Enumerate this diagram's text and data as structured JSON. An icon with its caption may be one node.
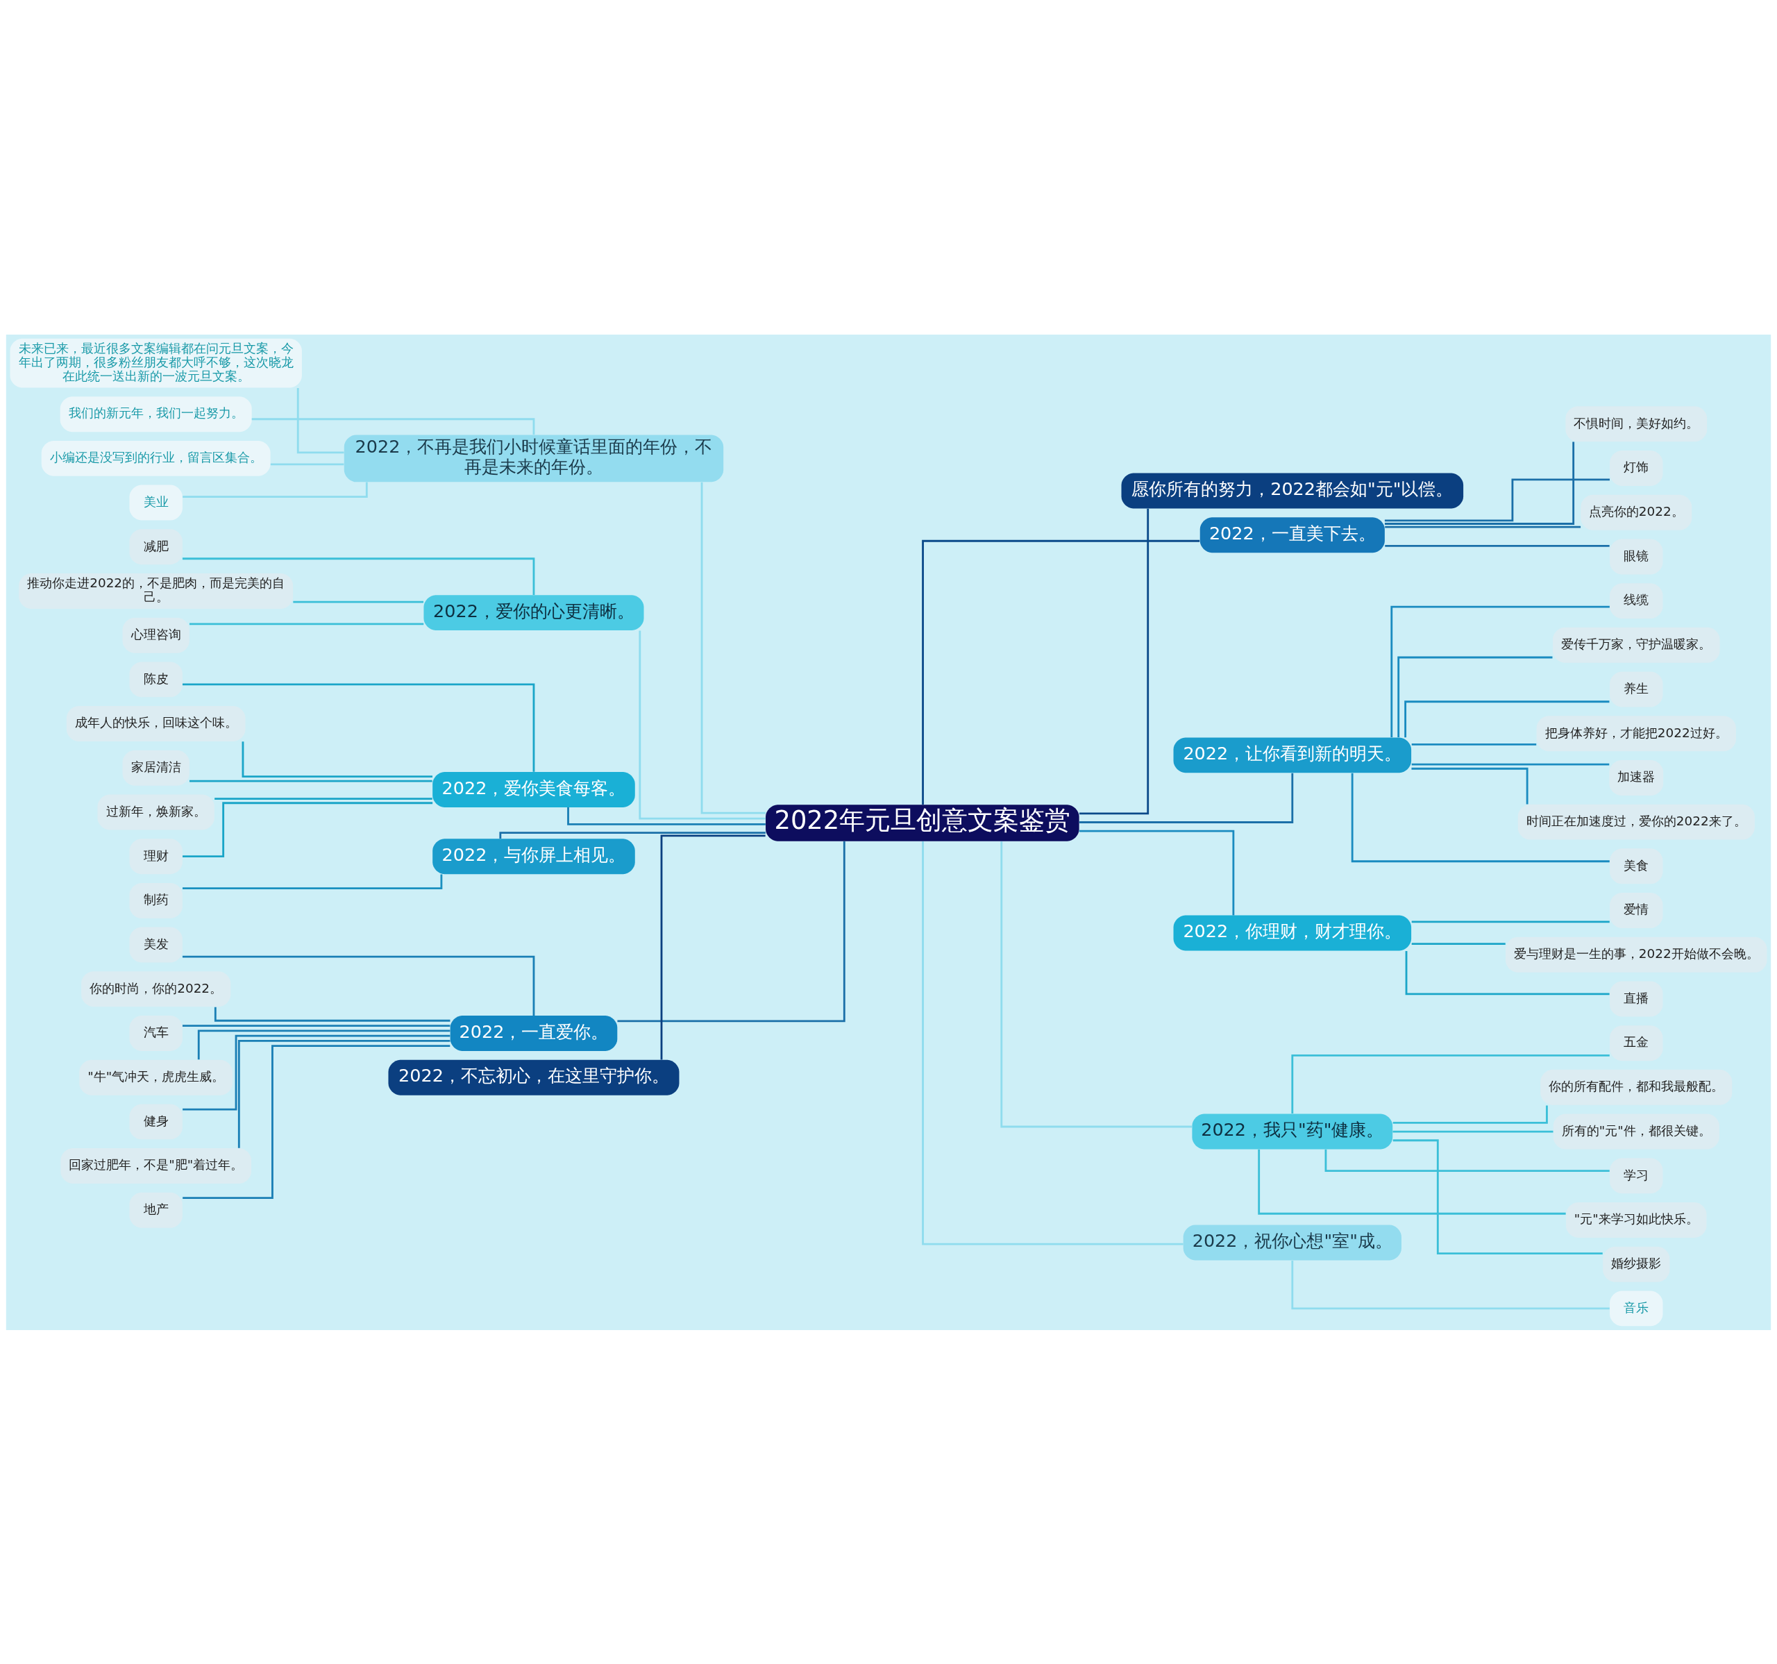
{
  "diagram": {
    "nodes": [
      {
        "text": [
          "2022年元旦创意文案鉴赏"
        ]
      },
      {
        "text": [
          "2022，不再是我们小时候童话里面的年份，不再是未来的年份。"
        ]
      },
      {
        "text": [
          "未来已来，最近很多文案编辑都在问元旦文案，今年出了两期，很多粉丝朋友都大呼不够，这次晓龙在此统一送出新的一波元旦文案。"
        ]
      },
      {
        "text": [
          "我们的新元年，我们一起努力。"
        ]
      },
      {
        "text": [
          "小编还是没写到的行业，留言区集合。"
        ]
      },
      {
        "text": [
          "美业"
        ]
      },
      {
        "text": [
          "2022，爱你的心更清晰。"
        ]
      },
      {
        "text": [
          "减肥"
        ]
      },
      {
        "text": [
          "推动你走进2022的，不是肥肉，而是完美的自己。"
        ]
      },
      {
        "text": [
          "心理咨询"
        ]
      },
      {
        "text": [
          "2022，爱你美食每客。"
        ]
      },
      {
        "text": [
          "陈皮"
        ]
      },
      {
        "text": [
          "成年人的快乐，回味这个味。"
        ]
      },
      {
        "text": [
          "家居清洁"
        ]
      },
      {
        "text": [
          "过新年，焕新家。"
        ]
      },
      {
        "text": [
          "理财"
        ]
      },
      {
        "text": [
          "2022，与你屏上相见。"
        ]
      },
      {
        "text": [
          "制药"
        ]
      },
      {
        "text": [
          "2022，一直爱你。"
        ]
      },
      {
        "text": [
          "美发"
        ]
      },
      {
        "text": [
          "你的时尚，你的2022。"
        ]
      },
      {
        "text": [
          "汽车"
        ]
      },
      {
        "text": [
          "\"牛\"气冲天，虎虎生威。"
        ]
      },
      {
        "text": [
          "健身"
        ]
      },
      {
        "text": [
          "回家过肥年，不是\"肥\"着过年。"
        ]
      },
      {
        "text": [
          "地产"
        ]
      },
      {
        "text": [
          "2022，不忘初心，在这里守护你。"
        ]
      },
      {
        "text": [
          "愿你所有的努力，2022都会如\"元\"以偿。"
        ]
      },
      {
        "text": [
          "2022，一直美下去。"
        ]
      },
      {
        "text": [
          "不惧时间，美好如约。"
        ]
      },
      {
        "text": [
          "灯饰"
        ]
      },
      {
        "text": [
          "点亮你的2022。"
        ]
      },
      {
        "text": [
          "眼镜"
        ]
      },
      {
        "text": [
          "2022，让你看到新的明天。"
        ]
      },
      {
        "text": [
          "线缆"
        ]
      },
      {
        "text": [
          "爱传千万家，守护温暖家。"
        ]
      },
      {
        "text": [
          "养生"
        ]
      },
      {
        "text": [
          "把身体养好，才能把2022过好。"
        ]
      },
      {
        "text": [
          "加速器"
        ]
      },
      {
        "text": [
          "时间正在加速度过，爱你的2022来了。"
        ]
      },
      {
        "text": [
          "美食"
        ]
      },
      {
        "text": [
          "2022，你理财，财才理你。"
        ]
      },
      {
        "text": [
          "爱情"
        ]
      },
      {
        "text": [
          "爱与理财是一生的事，2022开始做不会晚。"
        ]
      },
      {
        "text": [
          "直播"
        ]
      },
      {
        "text": [
          "2022，我只\"药\"健康。"
        ]
      },
      {
        "text": [
          "五金"
        ]
      },
      {
        "text": [
          "你的所有配件，都和我最般配。"
        ]
      },
      {
        "text": [
          "所有的\"元\"件，都很关键。"
        ]
      },
      {
        "text": [
          "学习"
        ]
      },
      {
        "text": [
          "\"元\"来学习如此快乐。"
        ]
      },
      {
        "text": [
          "婚纱摄影"
        ]
      },
      {
        "text": [
          "2022，祝你心想\"室\"成。"
        ]
      },
      {
        "text": [
          "音乐"
        ]
      }
    ],
    "edges": [
      {
        "from": 0,
        "to": 1,
        "arrow": "none",
        "color": "#8fdcee"
      },
      {
        "from": 1,
        "to": 2,
        "arrow": "none",
        "color": "#8fdcee"
      },
      {
        "from": 1,
        "to": 3,
        "arrow": "none",
        "color": "#8fdcee"
      },
      {
        "from": 1,
        "to": 4,
        "arrow": "none",
        "color": "#8fdcee"
      },
      {
        "from": 1,
        "to": 5,
        "arrow": "none",
        "color": "#8fdcee"
      },
      {
        "from": 0,
        "to": 6,
        "arrow": "none",
        "color": "#8fdcee"
      },
      {
        "from": 6,
        "to": 7,
        "arrow": "none",
        "color": "#3bbfd8"
      },
      {
        "from": 6,
        "to": 8,
        "arrow": "none",
        "color": "#3bbfd8"
      },
      {
        "from": 6,
        "to": 9,
        "arrow": "none",
        "color": "#3bbfd8"
      },
      {
        "from": 0,
        "to": 10,
        "arrow": "none",
        "color": "#1a7fb5"
      },
      {
        "from": 10,
        "to": 11,
        "arrow": "none",
        "color": "#1aa5c8"
      },
      {
        "from": 10,
        "to": 12,
        "arrow": "none",
        "color": "#1aa5c8"
      },
      {
        "from": 10,
        "to": 13,
        "arrow": "none",
        "color": "#1aa5c8"
      },
      {
        "from": 10,
        "to": 14,
        "arrow": "none",
        "color": "#1aa5c8"
      },
      {
        "from": 10,
        "to": 15,
        "arrow": "none",
        "color": "#1aa5c8"
      },
      {
        "from": 0,
        "to": 16,
        "arrow": "none",
        "color": "#1a6fa8"
      },
      {
        "from": 16,
        "to": 17,
        "arrow": "none",
        "color": "#1a90c0"
      },
      {
        "from": 0,
        "to": 18,
        "arrow": "none",
        "color": "#1a6fa8"
      },
      {
        "from": 18,
        "to": 19,
        "arrow": "none",
        "color": "#1a7fb5"
      },
      {
        "from": 18,
        "to": 20,
        "arrow": "none",
        "color": "#1a7fb5"
      },
      {
        "from": 18,
        "to": 21,
        "arrow": "none",
        "color": "#1a7fb5"
      },
      {
        "from": 18,
        "to": 22,
        "arrow": "none",
        "color": "#1a7fb5"
      },
      {
        "from": 18,
        "to": 23,
        "arrow": "none",
        "color": "#1a7fb5"
      },
      {
        "from": 18,
        "to": 24,
        "arrow": "none",
        "color": "#1a7fb5"
      },
      {
        "from": 18,
        "to": 25,
        "arrow": "none",
        "color": "#1a7fb5"
      },
      {
        "from": 0,
        "to": 26,
        "arrow": "none",
        "color": "#0b3f80"
      },
      {
        "from": 0,
        "to": 27,
        "arrow": "none",
        "color": "#0b4a8a"
      },
      {
        "from": 0,
        "to": 28,
        "arrow": "none",
        "color": "#0b4a8a"
      },
      {
        "from": 28,
        "to": 29,
        "arrow": "none",
        "color": "#1a6fa8"
      },
      {
        "from": 28,
        "to": 30,
        "arrow": "none",
        "color": "#1a6fa8"
      },
      {
        "from": 28,
        "to": 31,
        "arrow": "none",
        "color": "#1a6fa8"
      },
      {
        "from": 28,
        "to": 32,
        "arrow": "none",
        "color": "#1a6fa8"
      },
      {
        "from": 0,
        "to": 33,
        "arrow": "none",
        "color": "#1a6fa8"
      },
      {
        "from": 33,
        "to": 34,
        "arrow": "none",
        "color": "#1a8bc0"
      },
      {
        "from": 33,
        "to": 35,
        "arrow": "none",
        "color": "#1a8bc0"
      },
      {
        "from": 33,
        "to": 36,
        "arrow": "none",
        "color": "#1a8bc0"
      },
      {
        "from": 33,
        "to": 37,
        "arrow": "none",
        "color": "#1a8bc0"
      },
      {
        "from": 33,
        "to": 38,
        "arrow": "none",
        "color": "#1a8bc0"
      },
      {
        "from": 33,
        "to": 39,
        "arrow": "none",
        "color": "#1a8bc0"
      },
      {
        "from": 33,
        "to": 40,
        "arrow": "none",
        "color": "#1a8bc0"
      },
      {
        "from": 0,
        "to": 41,
        "arrow": "none",
        "color": "#1a8bc0"
      },
      {
        "from": 41,
        "to": 42,
        "arrow": "none",
        "color": "#1aa5c8"
      },
      {
        "from": 41,
        "to": 43,
        "arrow": "none",
        "color": "#1aa5c8"
      },
      {
        "from": 41,
        "to": 44,
        "arrow": "none",
        "color": "#1aa5c8"
      },
      {
        "from": 0,
        "to": 45,
        "arrow": "none",
        "color": "#8fdcee"
      },
      {
        "from": 45,
        "to": 46,
        "arrow": "none",
        "color": "#3bbfd8"
      },
      {
        "from": 45,
        "to": 47,
        "arrow": "none",
        "color": "#3bbfd8"
      },
      {
        "from": 45,
        "to": 48,
        "arrow": "none",
        "color": "#3bbfd8"
      },
      {
        "from": 45,
        "to": 49,
        "arrow": "none",
        "color": "#3bbfd8"
      },
      {
        "from": 45,
        "to": 50,
        "arrow": "none",
        "color": "#3bbfd8"
      },
      {
        "from": 45,
        "to": 51,
        "arrow": "none",
        "color": "#3bbfd8"
      },
      {
        "from": 0,
        "to": 52,
        "arrow": "none",
        "color": "#8fdcee"
      },
      {
        "from": 52,
        "to": 53,
        "arrow": "none",
        "color": "#8fdcee"
      }
    ]
  }
}
